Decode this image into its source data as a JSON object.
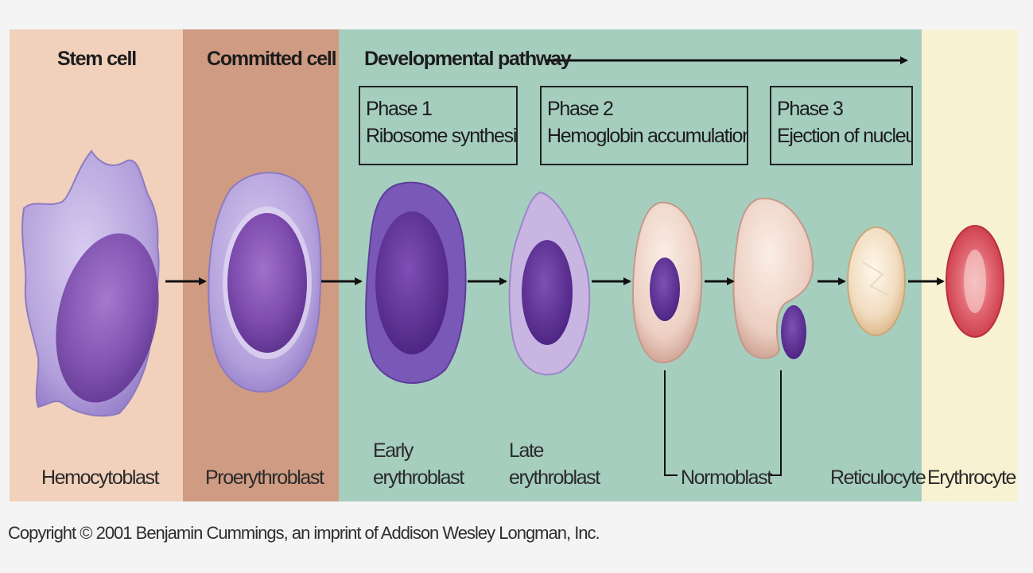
{
  "headers": {
    "stem": "Stem cell",
    "committed": "Committed cell",
    "developmental": "Developmental pathway"
  },
  "phases": [
    {
      "title": "Phase 1",
      "desc": "Ribosome synthesis"
    },
    {
      "title": "Phase 2",
      "desc": "Hemoglobin accumulation"
    },
    {
      "title": "Phase 3",
      "desc": "Ejection of nucleus"
    }
  ],
  "cells": {
    "hemocytoblast": "Hemocytoblast",
    "proerythroblast": "Proerythroblast",
    "early_line1": "Early",
    "early_line2": "erythroblast",
    "late_line1": "Late",
    "late_line2": "erythroblast",
    "normoblast": "Normoblast",
    "reticulocyte": "Reticulocyte",
    "erythrocyte": "Erythrocyte"
  },
  "colors": {
    "stem_panel": "#f1d1bc",
    "committed_panel": "#cf9b83",
    "developmental_panel": "#a6cebf",
    "final_panel": "#f8f2d3",
    "cytoplasm_purple": "#b7a6dc",
    "nucleus_purple": "#6f3fa0",
    "erythrocyte_red": "#d94a5a"
  },
  "copyright": "Copyright © 2001 Benjamin Cummings, an imprint of Addison Wesley Longman, Inc."
}
